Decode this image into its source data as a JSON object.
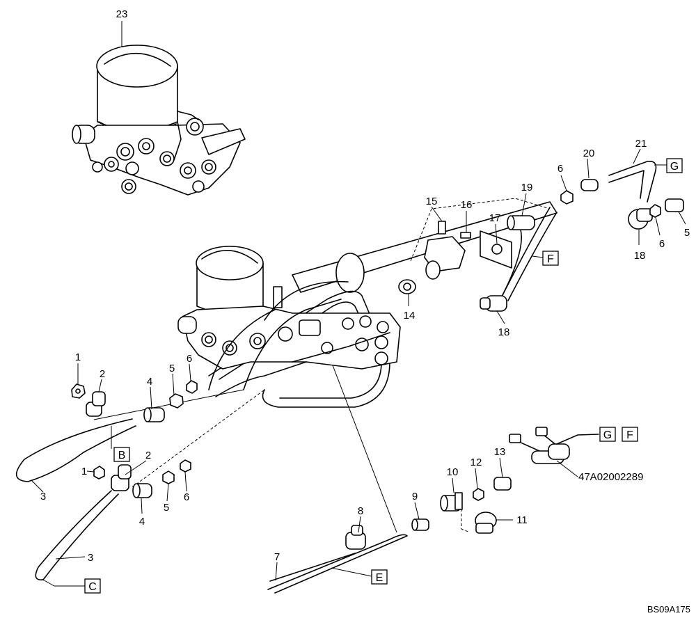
{
  "callouts": {
    "c23": "23",
    "c21": "21",
    "c20": "20",
    "c6a": "6",
    "c19": "19",
    "c15": "15",
    "c16": "16",
    "c17": "17",
    "c18a": "18",
    "c6b": "6",
    "c5a": "5",
    "c14": "14",
    "c18b": "18",
    "c1a": "1",
    "c2a": "2",
    "c4a": "4",
    "c5b": "5",
    "c6c": "6",
    "c3a": "3",
    "c1b": "1",
    "c2b": "2",
    "c5c": "5",
    "c6d": "6",
    "c4b": "4",
    "c3b": "3",
    "c7": "7",
    "c8": "8",
    "c9": "9",
    "c10": "10",
    "c12": "12",
    "c13": "13",
    "c11": "11"
  },
  "boxes": {
    "G_top": "G",
    "F_mid": "F",
    "B": "B",
    "C": "C",
    "E": "E",
    "G_right": "G",
    "F_right": "F"
  },
  "part_number": "47A02002289",
  "drawing_code": "BS09A175"
}
